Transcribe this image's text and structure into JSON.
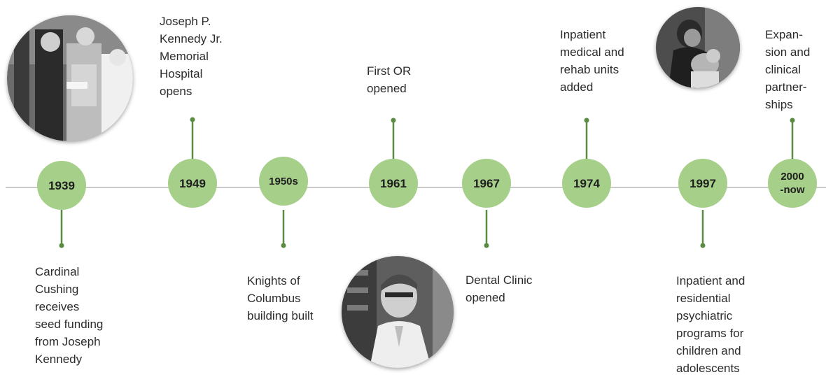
{
  "colors": {
    "node_fill": "#a6cf8a",
    "connector": "#5b8c43",
    "axis_line": "#c9c9c9",
    "text": "#2c2c2c"
  },
  "events": [
    {
      "year": "1939",
      "text": "Cardinal\nCushing\nreceives\nseed funding\nfrom Joseph\nKennedy"
    },
    {
      "year": "1949",
      "text": "Joseph P.\nKennedy Jr.\nMemorial\nHospital\nopens"
    },
    {
      "year": "1950s",
      "text": "Knights of\nColumbus\nbuilding built"
    },
    {
      "year": "1961",
      "text": "First OR\nopened"
    },
    {
      "year": "1967",
      "text": "Dental Clinic\nopened"
    },
    {
      "year": "1974",
      "text": "Inpatient\nmedical and\nrehab units\nadded"
    },
    {
      "year": "1997",
      "text": "Inpatient and\nresidential\npsychiatric\nprograms for\nchildren and\nadolescents"
    },
    {
      "year": "2000\n-now",
      "text": "Expan-\nsion and\nclinical\npartner-\nships"
    }
  ]
}
